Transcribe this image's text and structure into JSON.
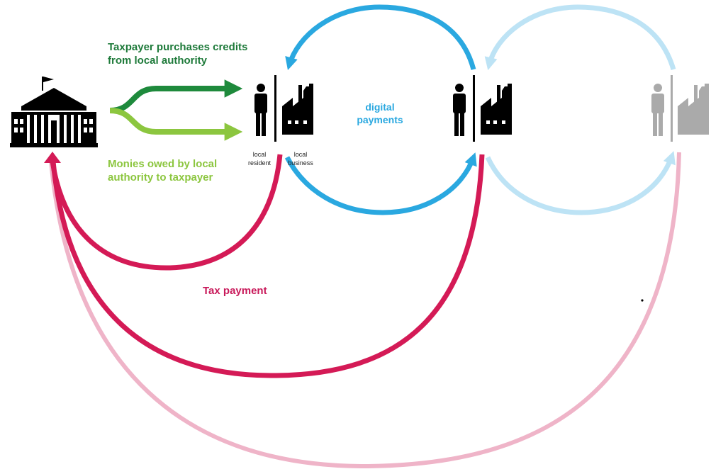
{
  "labels": {
    "credits": [
      "Taxpayer purchases credits",
      "from local authority"
    ],
    "monies": [
      "Monies owed by local",
      "authority to taxpayer"
    ],
    "digital": [
      "digital",
      "payments"
    ],
    "tax": "Tax payment",
    "resident": [
      "local",
      "resident"
    ],
    "business": [
      "local",
      "business"
    ]
  },
  "colors": {
    "dark_green": "#1e8a3c",
    "light_green": "#8cc63f",
    "blue": "#2aa8e0",
    "light_blue": "#bde3f5",
    "crimson": "#d41a56",
    "pink": "#efb4c8",
    "icon_black": "#000000",
    "icon_gray": "#aaaaaa"
  },
  "icons": {
    "authority": "government-building-icon",
    "resident": "person-icon",
    "business": "factory-icon"
  }
}
